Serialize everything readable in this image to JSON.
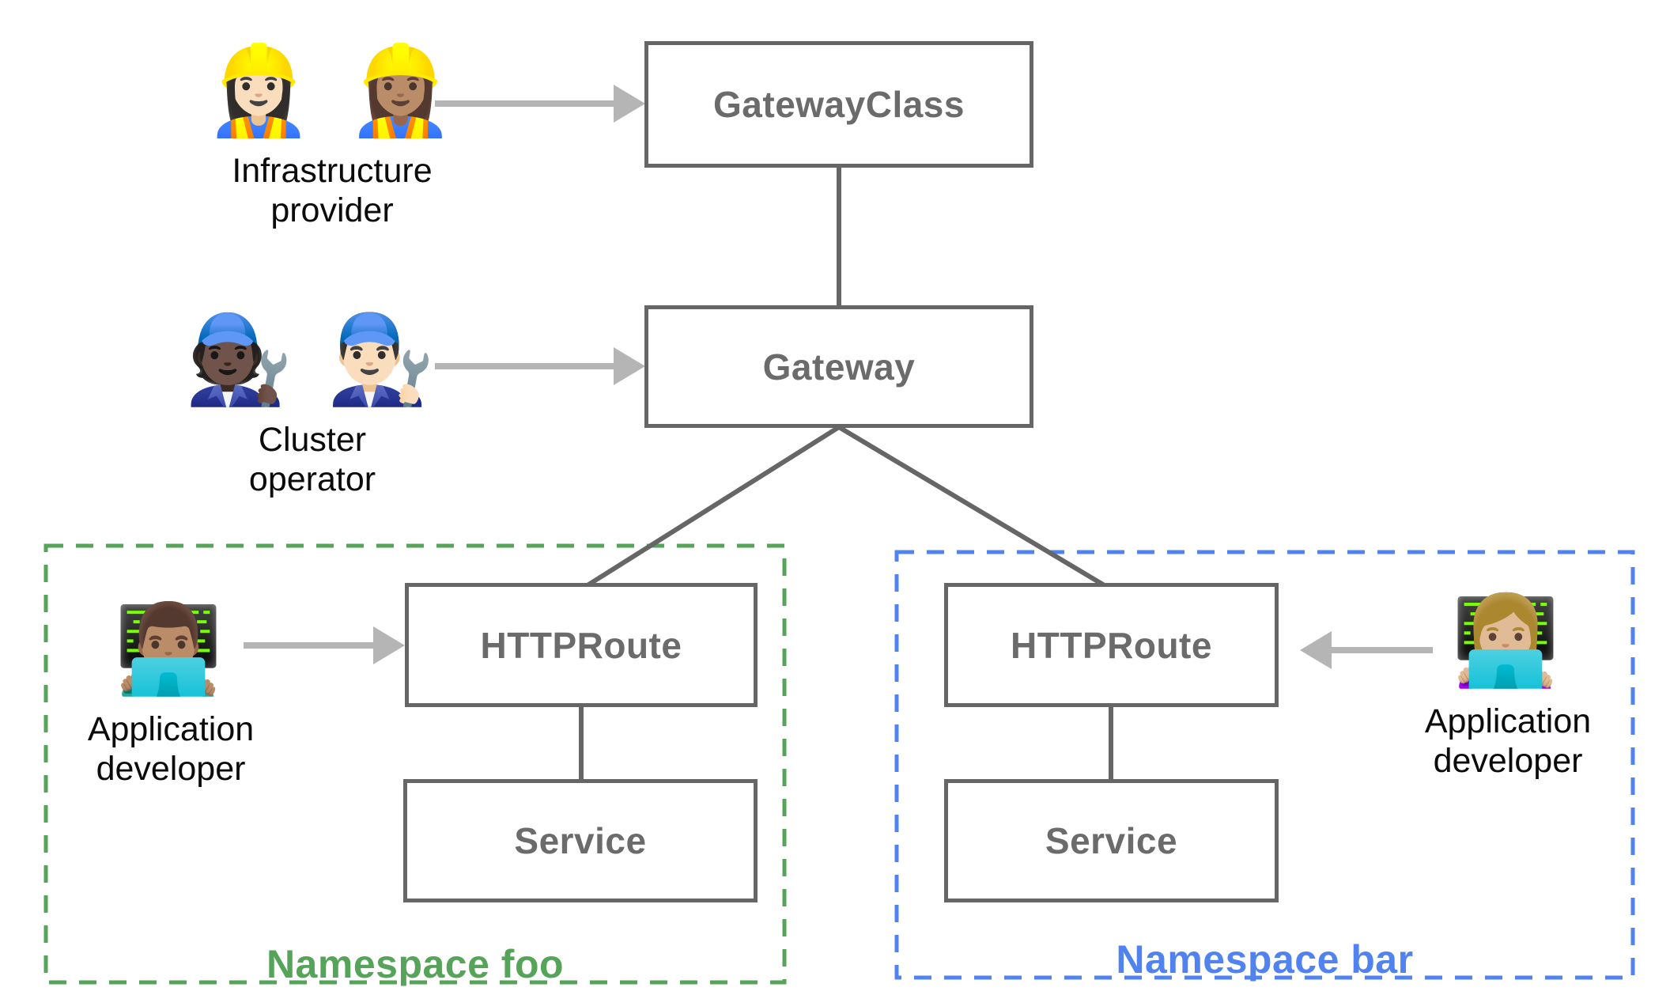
{
  "diagram": {
    "colors": {
      "box_border": "#666666",
      "box_label": "#6b6b6b",
      "connector": "#666666",
      "arrow": "#b5b5b5",
      "namespace_foo": "#56a45a",
      "namespace_bar": "#5183f0",
      "persona_label": "#0b0b0b",
      "background": "#ffffff"
    },
    "nodes": {
      "gateway_class": {
        "label": "GatewayClass"
      },
      "gateway": {
        "label": "Gateway"
      },
      "httproute_foo": {
        "label": "HTTPRoute"
      },
      "service_foo": {
        "label": "Service"
      },
      "httproute_bar": {
        "label": "HTTPRoute"
      },
      "service_bar": {
        "label": "Service"
      }
    },
    "namespaces": {
      "foo": {
        "label": "Namespace foo"
      },
      "bar": {
        "label": "Namespace bar"
      }
    },
    "personas": {
      "infrastructure_provider": {
        "emoji": "👷🏻‍♀️ 👷🏽‍♀️",
        "label": "Infrastructure\nprovider"
      },
      "cluster_operator": {
        "emoji": "🧑🏿‍🔧 👨🏻‍🔧",
        "label": "Cluster\noperator"
      },
      "app_developer_foo": {
        "emoji": "👨🏽‍💻",
        "label": "Application\ndeveloper"
      },
      "app_developer_bar": {
        "emoji": "👩🏼‍💻",
        "label": "Application\ndeveloper"
      }
    }
  }
}
